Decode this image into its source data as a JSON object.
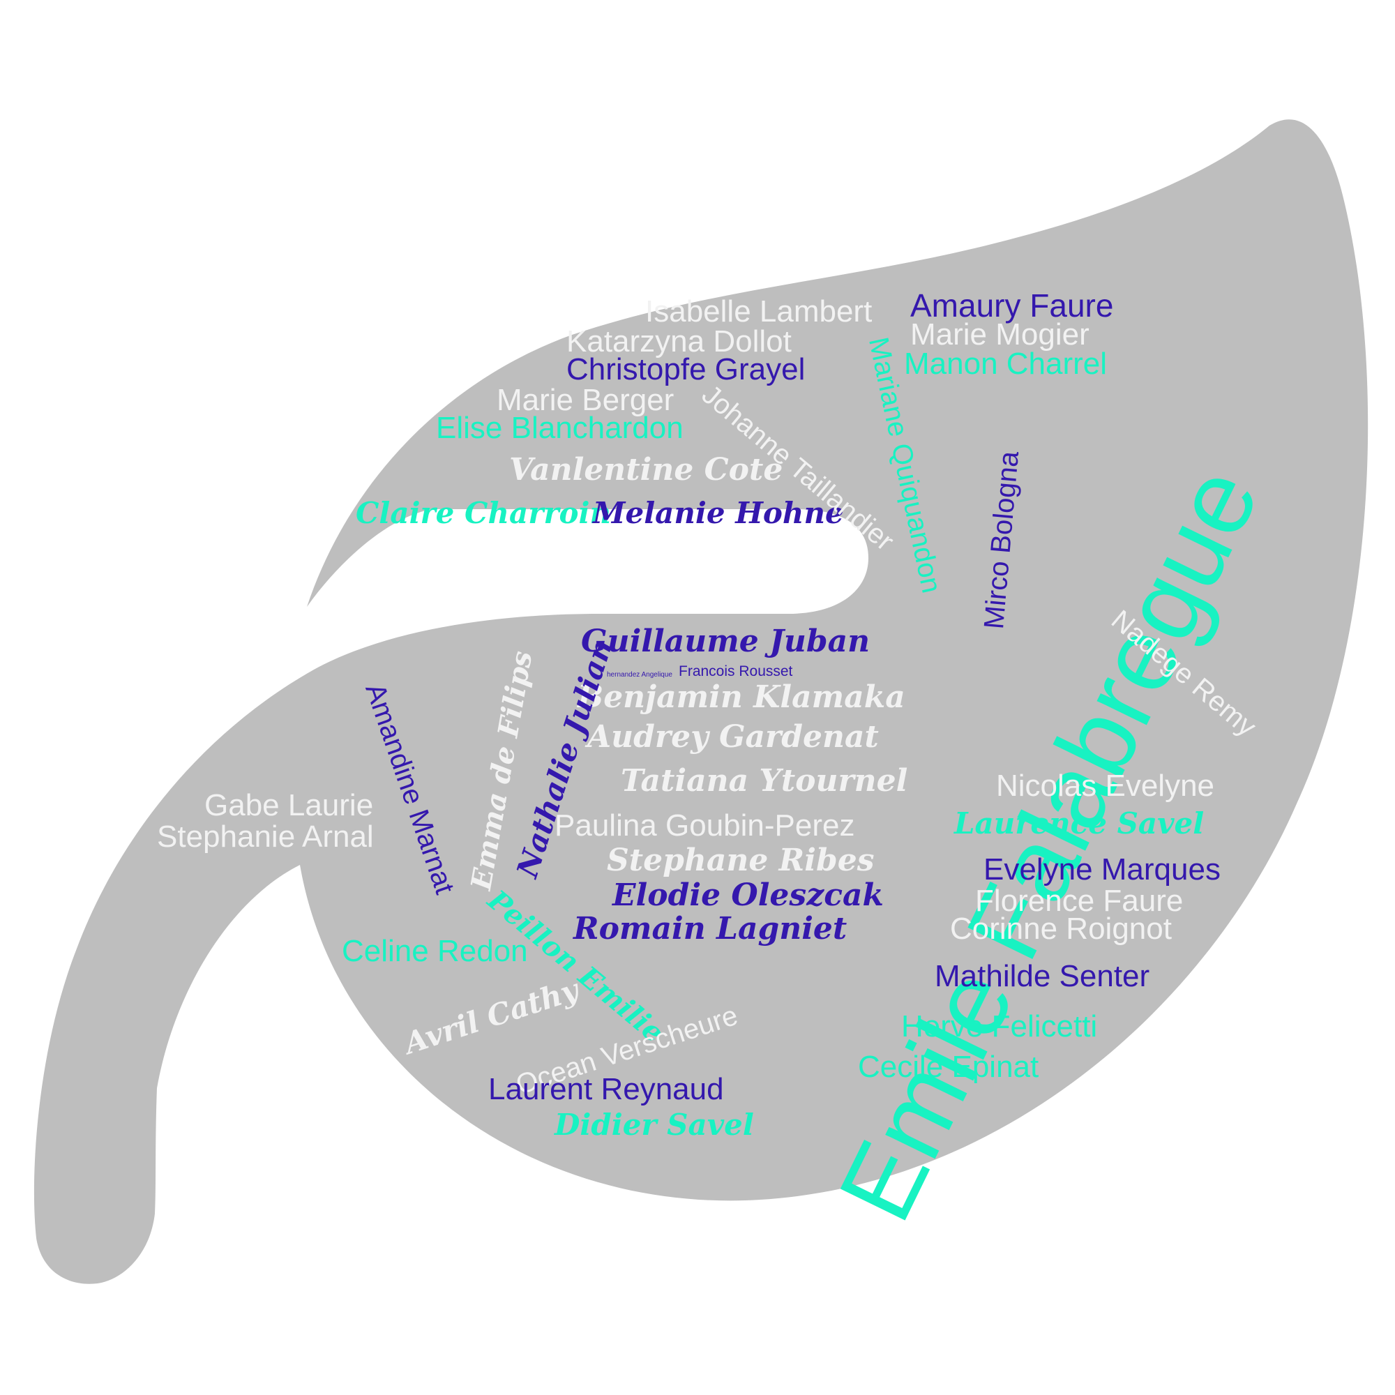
{
  "colors": {
    "leaf": "#bebebe",
    "white_text": "#f2f2f2",
    "navy_text": "#3418ad",
    "mint_text": "#18f2c2",
    "background": "#ffffff"
  },
  "words": {
    "emile_falabregue": "Emile Falabregue",
    "isabelle_lambert": "Isabelle Lambert",
    "amaury_faure": "Amaury Faure",
    "katarzyna_dollot": "Katarzyna Dollot",
    "marie_mogier": "Marie Mogier",
    "christopfe_grayel": "Christopfe Grayel",
    "manon_charrel": "Manon Charrel",
    "marie_berger": "Marie Berger",
    "elise_blanchardon": "Elise Blanchardon",
    "vanlentine_cote": "Vanlentine Cote",
    "claire_charroin": "Claire Charroin",
    "melanie_hohne": "Melanie Hohne",
    "johanne_taillandier": "Johanne Taillandier",
    "mariane_quiquandon": "Mariane Quiquandon",
    "mirco_bologna": "Mirco Bologna",
    "nadege_remy": "Nadege Remy",
    "guillaume_juban": "Guillaume Juban",
    "hernandez_angelique": "hernandez Angelique",
    "francois_rousset": "Francois Rousset",
    "benjamin_klamaka": "Benjamin Klamaka",
    "audrey_gardenat": "Audrey Gardenat",
    "tatiana_ytournel": "Tatiana Ytournel",
    "paulina_goubin_perez": "Paulina Goubin-Perez",
    "stephane_ribes": "Stephane Ribes",
    "elodie_oleszcak": "Elodie Oleszcak",
    "romain_lagniet": "Romain Lagniet",
    "amandine_marnat": "Amandine Marnat",
    "emma_de_filips": "Emma de Filips",
    "nathalie_julian": "Nathalie Julian",
    "gabe_laurie": "Gabe Laurie",
    "stephanie_arnal": "Stephanie Arnal",
    "peillon_emilie": "Peillon Emilie",
    "celine_redon": "Celine Redon",
    "avril_cathy": "Avril  Cathy",
    "ocean_verscheure": "Ocean Verscheure",
    "laurent_reynaud": "Laurent Reynaud",
    "didier_savel": "Didier Savel",
    "nicolas_evelyne": "Nicolas Evelyne",
    "laurence_savel": "Laurence Savel",
    "evelyne_marques": "Evelyne Marques",
    "florence_faure": "Florence Faure",
    "corinne_roignot": "Corinne Roignot",
    "mathilde_senter": "Mathilde Senter",
    "herve_felicetti": "Herve Felicetti",
    "cecile_epinat": "Cecile Epinat"
  }
}
